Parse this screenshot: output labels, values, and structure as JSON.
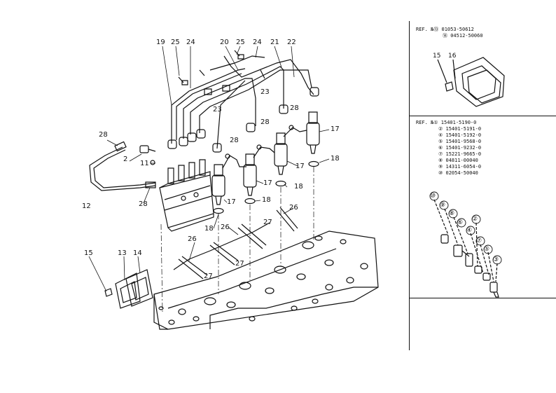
{
  "callouts": {
    "c19": "19",
    "c25a": "25",
    "c24a": "24",
    "c20": "20",
    "c25b": "25",
    "c24b": "24",
    "c21": "21",
    "c22": "22",
    "c23a": "23",
    "c23b": "23",
    "c28a": "28",
    "c28b": "28",
    "c28c": "28",
    "c28d": "28",
    "c17a": "17",
    "c17b": "17",
    "c17c": "17",
    "c17d": "17",
    "c18a": "18",
    "c18b": "18",
    "c18c": "18",
    "c18d": "18",
    "c2": "2",
    "c11": "11",
    "c12": "12",
    "c28e": "28",
    "c26a": "26",
    "c26b": "26",
    "c26c": "26",
    "c27a": "27",
    "c27b": "27",
    "c15": "15",
    "c13": "13",
    "c14": "14"
  },
  "ref_top": {
    "line1": "REF. №⑬  01053-50612",
    "line2": "⑭  04512-50060",
    "n15": "15",
    "n16": "16"
  },
  "ref_mid": {
    "rows": [
      "REF. №①  15401-5190-0",
      "②  15401-5191-0",
      "④  15401-5192-0",
      "⑤  15401-9568-0",
      "⑥  15401-9232-0",
      "⑦  15221-9665-0",
      "⑧  04811-00040",
      "⑨  14311-6054-0",
      "⑩  02054-50040"
    ]
  },
  "nozzle_parts": {
    "p10": "⑩",
    "p9": "⑨",
    "p8": "⑧",
    "p6": "⑥",
    "p2": "②",
    "p4": "④",
    "p7": "⑦",
    "p5": "⑤",
    "p3": "③"
  }
}
